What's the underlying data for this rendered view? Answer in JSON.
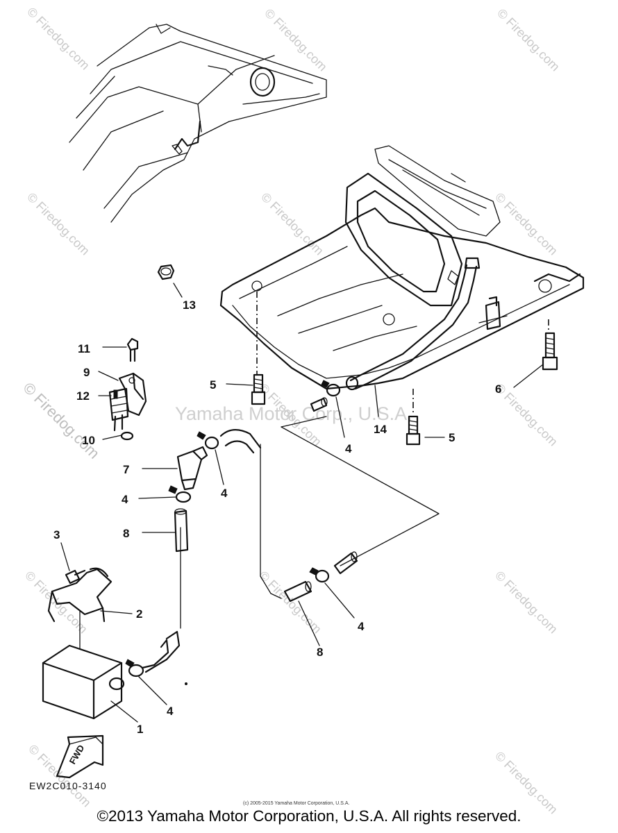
{
  "diagram": {
    "callouts": {
      "p1": "1",
      "p2": "2",
      "p3": "3",
      "p4a": "4",
      "p4b": "4",
      "p4c": "4",
      "p4d": "4",
      "p4e": "4",
      "p5a": "5",
      "p5b": "5",
      "p6": "6",
      "p7": "7",
      "p8a": "8",
      "p8b": "8",
      "p9": "9",
      "p10": "10",
      "p11": "11",
      "p12": "12",
      "p13": "13",
      "p14": "14"
    },
    "fwd_label": "FWD",
    "code": "EW2C010-3140",
    "center_watermark": "Yamaha Motor Corp., U.S.A.",
    "watermark_text": "Firedog.com",
    "small_copyright": "(c) 2005-2015 Yamaha Motor Corporation, U.S.A."
  },
  "footer": {
    "copyright": "©2013 Yamaha Motor Corporation, U.S.A. All rights reserved."
  }
}
